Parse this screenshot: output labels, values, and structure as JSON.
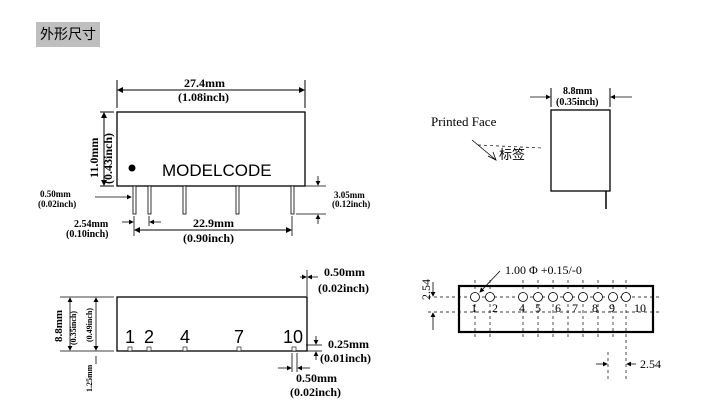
{
  "section_title": "外形尺寸",
  "front_view": {
    "width_mm": "27.4mm",
    "width_inch": "(1.08inch)",
    "height_mm": "11.0mm",
    "height_inch": "(0.43inch)",
    "model_label": "MODELCODE",
    "pin_w_mm": "0.50mm",
    "pin_w_inch": "(0.02inch)",
    "pin_len_mm": "3.05mm",
    "pin_len_inch": "(0.12inch)",
    "pitch_mm": "2.54mm",
    "pitch_inch": "(0.10inch)",
    "span_mm": "22.9mm",
    "span_inch": "(0.90inch)"
  },
  "side_view": {
    "depth_mm": "8.8mm",
    "depth_inch": "(0.35inch)",
    "printed_face": "Printed Face",
    "label_cn": "标签"
  },
  "bottom_view": {
    "top_mm": "0.50mm",
    "top_inch": "(0.02inch)",
    "left_mm": "8.8mm",
    "left_inch": "(0.35inch)",
    "inner_inch": "(0.49inch)",
    "offset": "1.25mm",
    "pins": [
      "1",
      "2",
      "4",
      "7",
      "10"
    ],
    "pin_t_mm": "0.25mm",
    "pin_t_inch": "(0.01inch)",
    "bottom_mm": "0.50mm",
    "bottom_inch": "(0.02inch)"
  },
  "pcb_view": {
    "hole_spec": "1.00 Φ +0.15/-0",
    "pitch_v": "2.54",
    "pitch_h": "2.54",
    "hole_numbers": [
      "1",
      "2",
      "4",
      "5",
      "6",
      "7",
      "8",
      "9",
      "10"
    ]
  }
}
